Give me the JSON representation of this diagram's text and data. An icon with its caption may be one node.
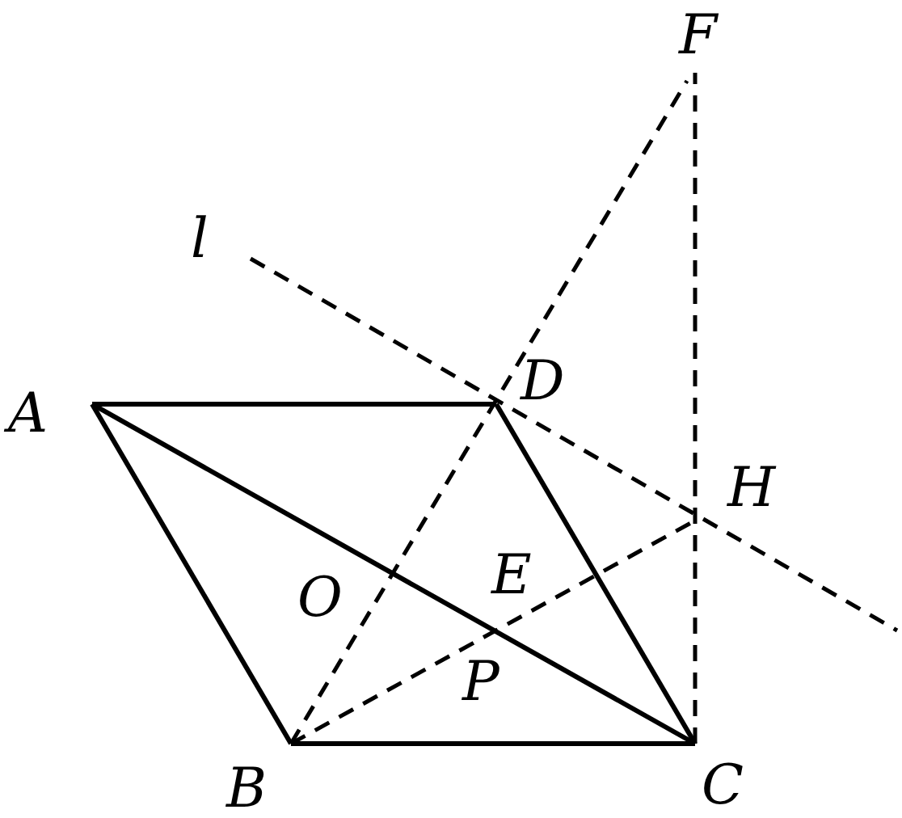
{
  "diagram": {
    "labels": [
      "F",
      "l",
      "A",
      "D",
      "H",
      "O",
      "E",
      "P",
      "B",
      "C"
    ]
  }
}
